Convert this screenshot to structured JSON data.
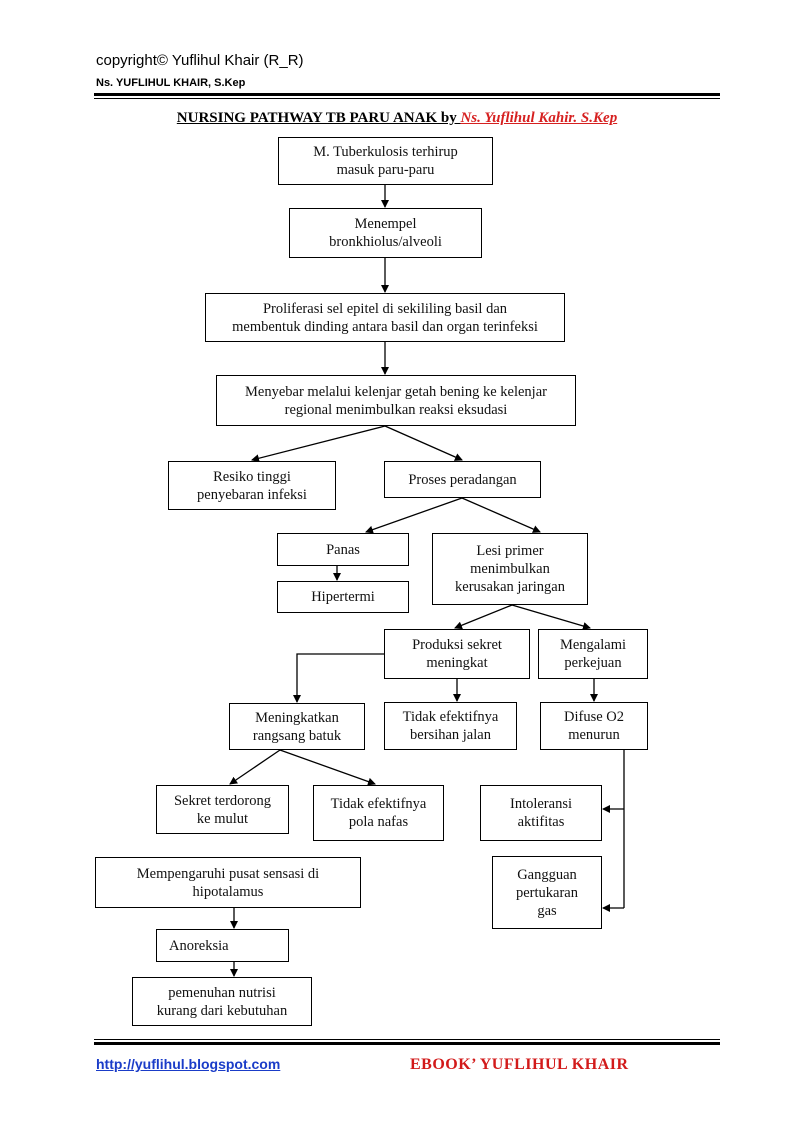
{
  "header": {
    "copyright": "copyright© Yuflihul Khair (R_R)",
    "author": "Ns. YUFLIHUL KHAIR, S.Kep"
  },
  "title": {
    "main": "NURSING PATHWAY  TB PARU ANAK by ",
    "byline": "Ns. Yuflihul Kahir. S.Kep"
  },
  "nodes": {
    "n1": "M. Tuberkulosis terhirup\nmasuk paru-paru",
    "n2": "Menempel\nbronkhiolus/alveoli",
    "n3": "Proliferasi sel epitel di sekililing basil dan\nmembentuk dinding antara basil dan organ terinfeksi",
    "n4": "Menyebar melalui kelenjar getah bening ke kelenjar\nregional menimbulkan reaksi eksudasi",
    "n5": "Resiko tinggi\npenyebaran infeksi",
    "n6": "Proses peradangan",
    "n7": "Panas",
    "n8": "Hipertermi",
    "n9": "Lesi primer\nmenimbulkan\nkerusakan jaringan",
    "n10": "Produksi sekret\nmeningkat",
    "n11": "Mengalami\nperkejuan",
    "n12": "Meningkatkan\nrangsang batuk",
    "n13": "Tidak efektifnya\nbersihan jalan",
    "n14": "Difuse O2\nmenurun",
    "n15": "Sekret terdorong\nke mulut",
    "n16": "Tidak efektifnya\npola nafas",
    "n17": "Intoleransi\naktifitas",
    "n18": "Mempengaruhi pusat sensasi di\nhipotalamus",
    "n19": "Gangguan\npertukaran\ngas",
    "n20": "Anoreksia",
    "n21": "pemenuhan nutrisi\nkurang dari kebutuhan"
  },
  "footer": {
    "url": "http://yuflihul.blogspot.com",
    "ebook": "EBOOK’ YUFLIHUL KHAIR"
  }
}
